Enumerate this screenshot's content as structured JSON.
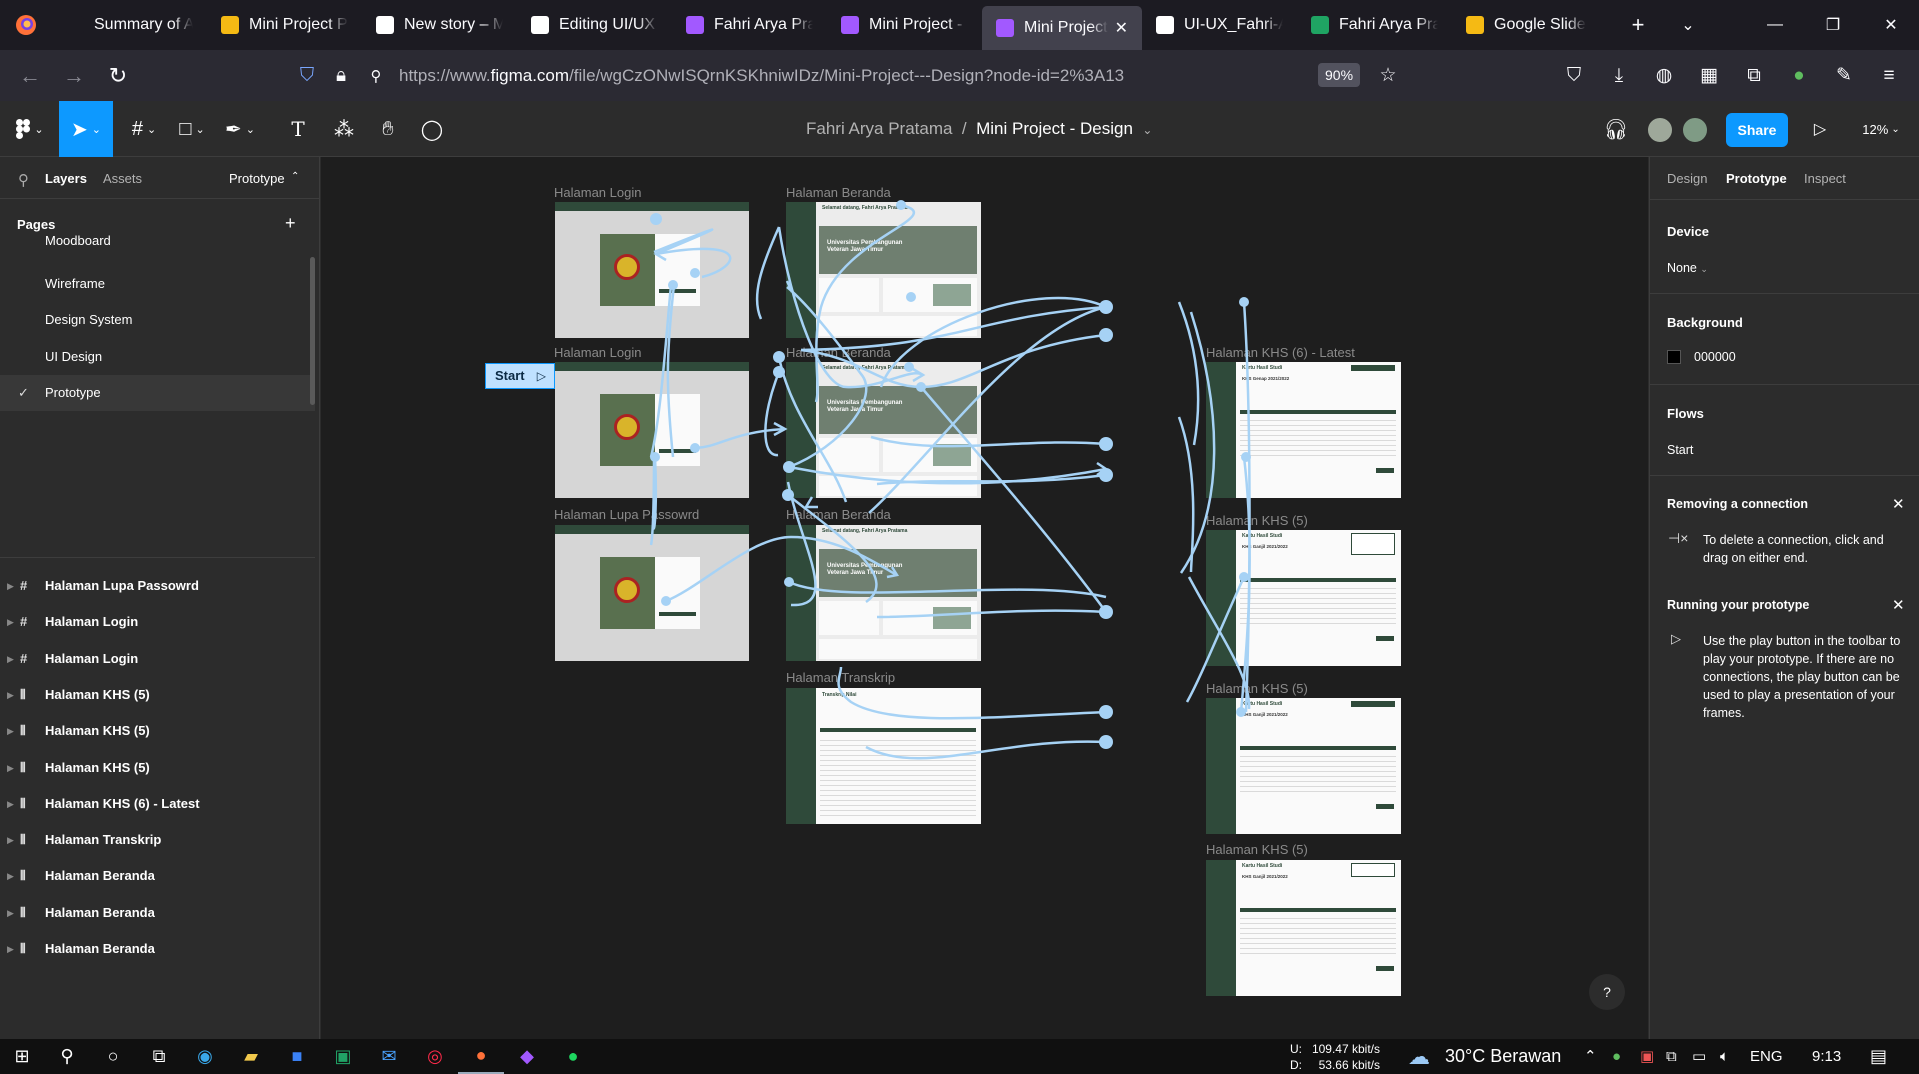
{
  "browser": {
    "tabs": [
      {
        "title": "Summary of Al",
        "color": "#1c1b22"
      },
      {
        "title": "Mini Project Pr",
        "color": "#f5ba14"
      },
      {
        "title": "New story – Me",
        "color": "#ffffff"
      },
      {
        "title": "Editing UI/UX C",
        "color": "#ffffff"
      },
      {
        "title": "Fahri Arya Prata",
        "color": "#a259ff"
      },
      {
        "title": "Mini Project - F",
        "color": "#a259ff"
      },
      {
        "title": "Mini Project",
        "color": "#a259ff",
        "active": true
      },
      {
        "title": "UI-UX_Fahri-Ar",
        "color": "#ffffff"
      },
      {
        "title": "Fahri Arya Prata",
        "color": "#1fa463"
      },
      {
        "title": "Google Slide",
        "color": "#f5ba14"
      }
    ],
    "url_prefix": "https://www.",
    "url_domain": "figma.com",
    "url_path": "/file/wgCzONwISQrnKSKhniwIDz/Mini-Project---Design?node-id=2%3A13",
    "zoom": "90%"
  },
  "figma": {
    "breadcrumb_team": "Fahri Arya Pratama",
    "breadcrumb_sep": "/",
    "breadcrumb_file": "Mini Project - Design",
    "share_label": "Share",
    "zoom_label": "12%"
  },
  "left_panel": {
    "tabs": {
      "layers": "Layers",
      "assets": "Assets",
      "page": "Prototype"
    },
    "pages_heading": "Pages",
    "pages": [
      "Moodboard",
      "Wireframe",
      "Design System",
      "UI Design",
      "Prototype"
    ],
    "selected_page": "Prototype",
    "layers": [
      {
        "label": "Halaman Lupa Passowrd",
        "icon": "frame-icon"
      },
      {
        "label": "Halaman Login",
        "icon": "frame-icon"
      },
      {
        "label": "Halaman Login",
        "icon": "frame-icon"
      },
      {
        "label": "Halaman KHS (5)",
        "icon": "grid-frame-icon"
      },
      {
        "label": "Halaman KHS (5)",
        "icon": "grid-frame-icon"
      },
      {
        "label": "Halaman KHS (5)",
        "icon": "grid-frame-icon"
      },
      {
        "label": "Halaman KHS (6) - Latest",
        "icon": "grid-frame-icon"
      },
      {
        "label": "Halaman Transkrip",
        "icon": "grid-frame-icon"
      },
      {
        "label": "Halaman Beranda",
        "icon": "grid-frame-icon"
      },
      {
        "label": "Halaman Beranda",
        "icon": "grid-frame-icon"
      },
      {
        "label": "Halaman Beranda",
        "icon": "grid-frame-icon"
      }
    ]
  },
  "canvas": {
    "start_flow": "Start",
    "frame_labels": {
      "login1": "Halaman Login",
      "login2": "Halaman Login",
      "lupa": "Halaman Lupa Passowrd",
      "beranda1": "Halaman Beranda",
      "beranda2": "Halaman Beranda",
      "beranda3": "Halaman Beranda",
      "transkrip": "Halaman Transkrip",
      "khs_latest": "Halaman KHS (6) - Latest",
      "khs_a": "Halaman KHS (5)",
      "khs_b": "Halaman KHS (5)",
      "khs_c": "Halaman KHS (5)"
    },
    "welcome": "Selamat datang, Fahri Arya Pratama",
    "univ": "Universitas Pembangunan Veteran Jawa Timur",
    "transkrip_title": "Transkrip Nilai",
    "khs_title": "Kartu Hasil Studi",
    "khs_latest_sub": "KHS Genap 2021/2022",
    "khs_sub": "KHS Ganjil 2021/2022"
  },
  "right_panel": {
    "tabs": [
      "Design",
      "Prototype",
      "Inspect"
    ],
    "active_tab": "Prototype",
    "device_heading": "Device",
    "device_value": "None",
    "background_heading": "Background",
    "background_value": "000000",
    "background_color": "#000000",
    "flows_heading": "Flows",
    "flow_name": "Start",
    "removing_heading": "Removing a connection",
    "removing_text": "To delete a connection, click and drag on either end.",
    "running_heading": "Running your prototype",
    "running_text": "Use the play button in the toolbar to play your prototype. If there are no connections, the play button can be used to play a presentation of your frames."
  },
  "taskbar": {
    "net_up_label": "U:",
    "net_down_label": "D:",
    "net_up": "109.47 kbit/s",
    "net_down": "53.66 kbit/s",
    "weather": "30°C  Berawan",
    "lang": "ENG",
    "time": "9:13"
  }
}
